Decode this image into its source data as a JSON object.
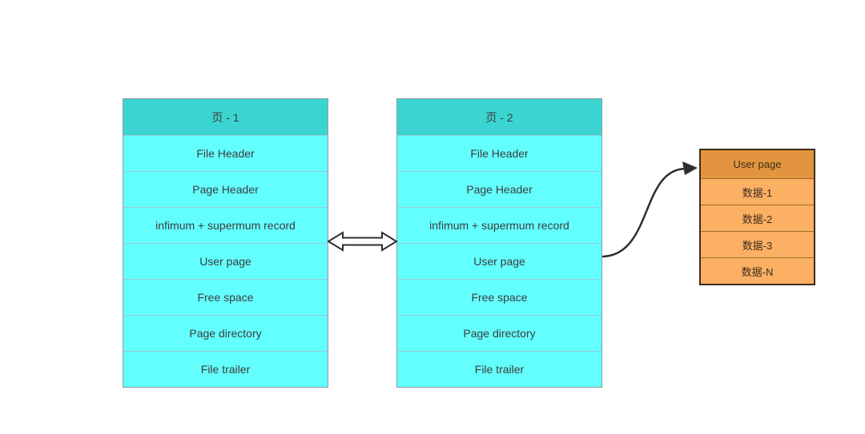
{
  "colors": {
    "canvas_bg": "#ffffff",
    "page_header_bg": "#3bd5d1",
    "page_row_bg": "#63ffff",
    "page_border": "#8c9aa0",
    "page_divider": "#93ced2",
    "data_header_bg": "#e2953e",
    "data_row_bg": "#fbb064",
    "data_border": "#3e2d17",
    "data_divider": "#a06a2a",
    "text": "#3c3c3c",
    "arrow": "#2e2e2e"
  },
  "icons": {
    "double_arrow": "double-headed-arrow",
    "pointer_arrow": "curved-arrow-right"
  },
  "pages": [
    {
      "title": "页 - 1",
      "rows": [
        "File Header",
        "Page Header",
        "infimum + supermum record",
        "User page",
        "Free space",
        "Page directory",
        "File trailer"
      ]
    },
    {
      "title": "页 - 2",
      "rows": [
        "File Header",
        "Page Header",
        "infimum + supermum record",
        "User page",
        "Free space",
        "Page directory",
        "File trailer"
      ]
    }
  ],
  "user_page_table": {
    "title": "User page",
    "rows": [
      "数据-1",
      "数据-2",
      "数据-3",
      "数据-N"
    ]
  }
}
